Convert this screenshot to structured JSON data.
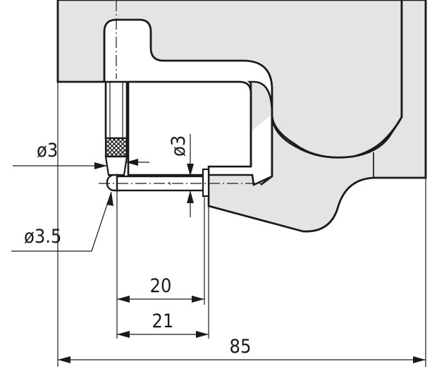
{
  "drawing": {
    "body_color": "#e4e4e4",
    "line_color": "#1a1a1a",
    "dimensions": {
      "anvil_diameter": "ø3",
      "spindle_diameter": "ø3",
      "contact_point_diameter": "ø3.5",
      "throat_depth_anvil": "20",
      "throat_depth_frame": "21",
      "overall_width": "85"
    }
  }
}
